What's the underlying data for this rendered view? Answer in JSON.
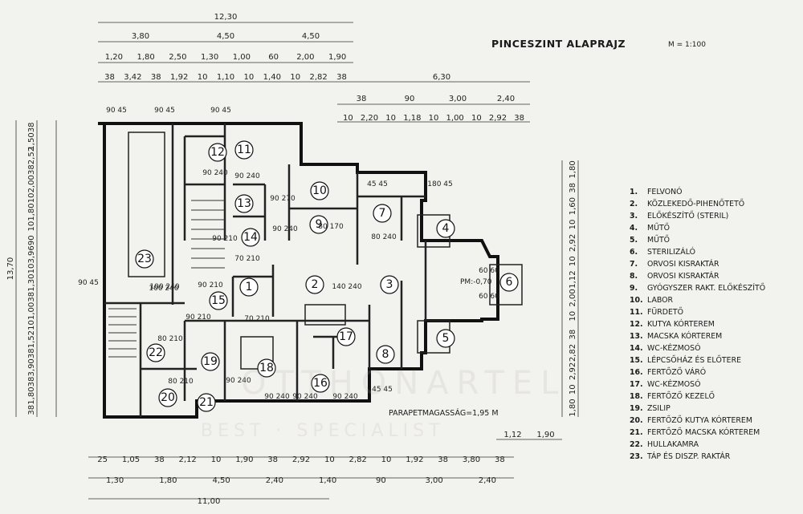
{
  "title": "PINCESZINT ALAPRAJZ",
  "scale": "M = 1:100",
  "parapet": "PARAPETMAGASSÁG=1,95 M",
  "pm": "PM:-0,70",
  "watermark": {
    "line1": "OTTHONARTEL",
    "line2": "BEST · SPECIALIST"
  },
  "legend": [
    {
      "num": "1.",
      "text": "FELVONÓ"
    },
    {
      "num": "2.",
      "text": "KÖZLEKEDŐ-PIHENŐTETŐ"
    },
    {
      "num": "3.",
      "text": "ELŐKÉSZÍTŐ (STERIL)"
    },
    {
      "num": "4.",
      "text": "MŰTŐ"
    },
    {
      "num": "5.",
      "text": "MŰTŐ"
    },
    {
      "num": "6.",
      "text": "STERILIZÁLÓ"
    },
    {
      "num": "7.",
      "text": "ORVOSI KISRAKTÁR"
    },
    {
      "num": "8.",
      "text": "ORVOSI KISRAKTÁR"
    },
    {
      "num": "9.",
      "text": "GYÓGYSZER RAKT. ELŐKÉSZÍTŐ"
    },
    {
      "num": "10.",
      "text": "LABOR"
    },
    {
      "num": "11.",
      "text": "FÜRDETŐ"
    },
    {
      "num": "12.",
      "text": "KUTYA KÓRTEREM"
    },
    {
      "num": "13.",
      "text": "MACSKA KÓRTEREM"
    },
    {
      "num": "14.",
      "text": "WC-KÉZMOSÓ"
    },
    {
      "num": "15.",
      "text": "LÉPCSŐHÁZ ÉS ELŐTERE"
    },
    {
      "num": "16.",
      "text": "FERTŐZŐ VÁRÓ"
    },
    {
      "num": "17.",
      "text": "WC-KÉZMOSÓ"
    },
    {
      "num": "18.",
      "text": "FERTŐZŐ KEZELŐ"
    },
    {
      "num": "19.",
      "text": "ZSILIP"
    },
    {
      "num": "20.",
      "text": "FERTŐZŐ KUTYA KÓRTEREM"
    },
    {
      "num": "21.",
      "text": "FERTŐZŐ MACSKA KÓRTEREM"
    },
    {
      "num": "22.",
      "text": "HULLAKAMRA"
    },
    {
      "num": "23.",
      "text": "TÁP ÉS DISZP. RAKTÁR"
    }
  ],
  "room_numbers": [
    "1",
    "2",
    "3",
    "4",
    "5",
    "6",
    "7",
    "8",
    "9",
    "10",
    "11",
    "12",
    "13",
    "14",
    "15",
    "16",
    "17",
    "18",
    "19",
    "20",
    "21",
    "22",
    "23"
  ],
  "dims_top": {
    "row1": [
      "12,30"
    ],
    "row2": [
      "3,80",
      "4,50",
      "4,50"
    ],
    "row3": [
      "1,20",
      "1,80",
      "2,50",
      "1,30",
      "1,00",
      "60",
      "2,00",
      "1,90"
    ],
    "row4": [
      "38",
      "3,42",
      "38",
      "1,92",
      "10",
      "1,10",
      "10",
      "1,40",
      "10",
      "2,82",
      "38"
    ],
    "row5": [
      "6,30"
    ],
    "row6": [
      "38",
      "90",
      "3,00",
      "2,40"
    ],
    "row7": [
      "10",
      "2,20",
      "10",
      "1,18",
      "10",
      "1,00",
      "10",
      "2,92",
      "38"
    ]
  },
  "dims_bottom": {
    "row1": [
      "25",
      "1,05",
      "38",
      "2,12",
      "10",
      "1,90",
      "38",
      "2,92",
      "10",
      "2,82",
      "10",
      "1,92",
      "38",
      "3,80",
      "38"
    ],
    "row2": [
      "1,30",
      "1,80",
      "4,50",
      "2,40",
      "1,40",
      "90",
      "3,00",
      "2,40"
    ],
    "row3": [
      "11,00"
    ],
    "row4": [
      "1,12",
      "1,90"
    ]
  },
  "dims_left": {
    "total": "13,70",
    "segments": [
      "38",
      "1,50",
      "2,52",
      "38",
      "2,00",
      "10",
      "1,80",
      "10",
      "90",
      "3,96",
      "10",
      "1,30",
      "38",
      "1,00",
      "10",
      "1,52",
      "38",
      "3,90",
      "38",
      "1,80",
      "38"
    ]
  },
  "dims_right": {
    "segments": [
      "1,80",
      "38",
      "1,60",
      "10",
      "2,92",
      "10",
      "1,12",
      "2,00",
      "10",
      "38",
      "2,82",
      "2,92",
      "10",
      "1,80"
    ]
  },
  "door_labels": [
    "90 45",
    "90 45",
    "90 45",
    "90 240",
    "90 240",
    "90 270",
    "90 210",
    "90 240",
    "80 170",
    "70 210",
    "100 240",
    "140 240",
    "90 210",
    "80 210",
    "90 210",
    "70 210",
    "90 240",
    "90 240",
    "90 240",
    "80 210",
    "90 240",
    "100 240",
    "45 45",
    "180 45",
    "45 45",
    "60 60",
    "60 60",
    "80 240",
    "90 45"
  ]
}
